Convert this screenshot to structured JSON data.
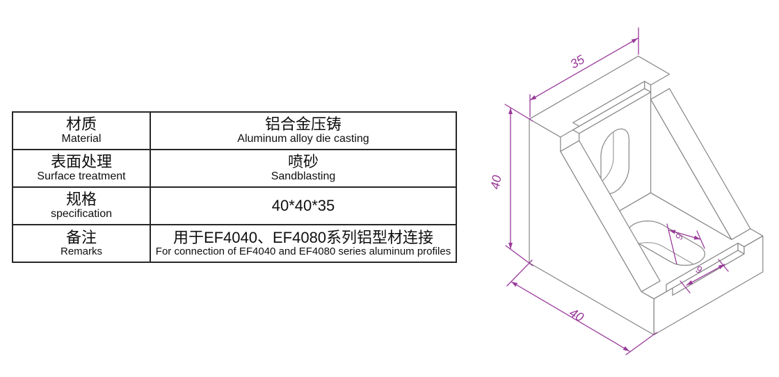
{
  "table": {
    "rows": [
      {
        "label_zh": "材质",
        "label_en": "Material",
        "value_zh": "铝合金压铸",
        "value_en": "Aluminum alloy die casting"
      },
      {
        "label_zh": "表面处理",
        "label_en": "Surface treatment",
        "value_zh": "喷砂",
        "value_en": "Sandblasting"
      },
      {
        "label_zh": "规格",
        "label_en": "specification",
        "value_zh": "40*40*35",
        "value_en": ""
      },
      {
        "label_zh": "备注",
        "label_en": "Remarks",
        "value_zh": "用于EF4040、EF4080系列铝型材连接",
        "value_en": "For connection of EF4040 and EF4080 series aluminum profiles"
      }
    ]
  },
  "drawing": {
    "part_name": "corner-bracket-40x40x35-isometric-view",
    "dimensions": {
      "width": "35",
      "height": "40",
      "length": "40",
      "slot_width": "9",
      "slot_width_2": "9"
    },
    "colors": {
      "dimension": "#993a99",
      "line": "#858585",
      "inner_line": "#9d9d9d",
      "table_border": "#262626"
    }
  }
}
